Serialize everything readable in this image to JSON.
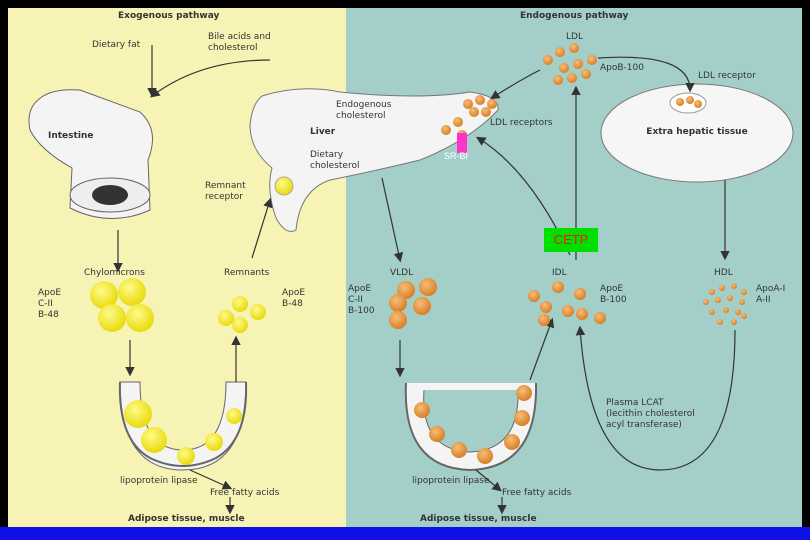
{
  "panels": {
    "exogenous_title": "Exogenous pathway",
    "endogenous_title": "Endogenous pathway"
  },
  "labels": {
    "dietary_fat": "Dietary fat",
    "bile_acids": "Bile acids and\ncholesterol",
    "intestine": "Intestine",
    "endogenous_cholesterol": "Endogenous\ncholesterol",
    "liver": "Liver",
    "dietary_cholesterol": "Dietary\ncholesterol",
    "remnant_receptor": "Remnant\nreceptor",
    "chylomicrons": "Chylomicrons",
    "remnants": "Remnants",
    "chylo_apo": "ApoE\nC-II\nB-48",
    "remnant_apo": "ApoE\nB-48",
    "lipoprotein_lipase_left": "lipoprotein  lipase",
    "free_fatty_acids_left": "Free fatty acids",
    "adipose_left": "Adipose tissue, muscle",
    "ldl": "LDL",
    "apob100": "ApoB-100",
    "ldl_receptor": "LDL receptor",
    "ldl_receptors": "LDL receptors",
    "extra_hepatic": "Extra hepatic tissue",
    "vldl": "VLDL",
    "vldl_apo": "ApoE\nC-II\nB-100",
    "idl": "IDL",
    "idl_apo": "ApoE\nB-100",
    "hdl": "HDL",
    "hdl_apo": "ApoA-I\nA-II",
    "lcat": "Plasma LCAT\n(lecithin cholesterol\nacyl transferase)",
    "lipoprotein_lipase_right": "lipoprotein  lipase",
    "free_fatty_acids_right": "Free fatty acids",
    "adipose_right": "Adipose tissue, muscle"
  },
  "overlays": {
    "cetp": "CETP",
    "srbi": "SR-BI"
  },
  "colors": {
    "left_bg": "#f7f3b4",
    "right_bg": "#a4cfc9",
    "chylomicron": "#f5ec1a",
    "lipoprotein_orange": "#ee9a3c",
    "cetp_bg": "#00e000",
    "cetp_text": "#ff1010",
    "srbi_marker": "#ff33cc",
    "bottom_bar": "#1010e8"
  }
}
